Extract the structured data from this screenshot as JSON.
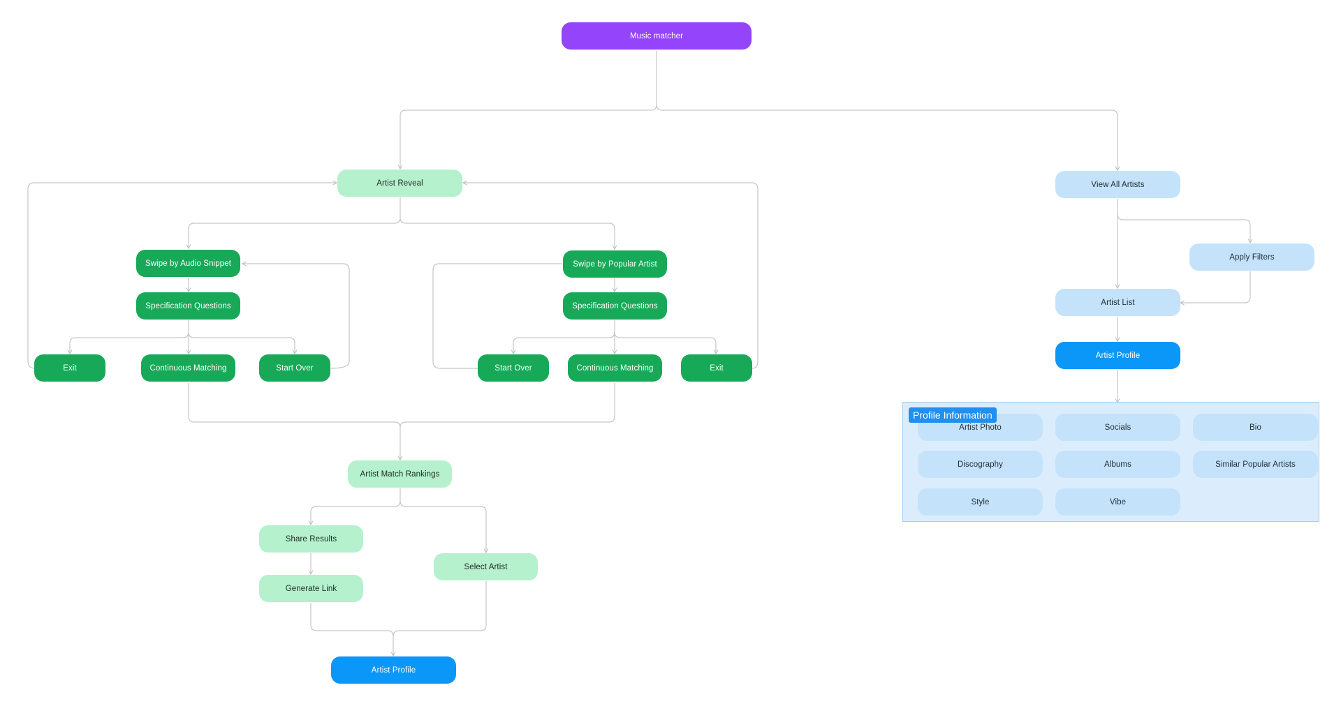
{
  "colors": {
    "root": "#9444fb",
    "light_green": "#b4f1cc",
    "dark_green": "#17a957",
    "light_blue": "#c4e3fb",
    "dark_blue": "#0b97f7",
    "connector": "#c3c3c3"
  },
  "nodes": {
    "root": "Music matcher",
    "artist_reveal": "Artist Reveal",
    "swipe_audio": "Swipe by Audio Snippet",
    "spec_q_left": "Specification Questions",
    "exit_left": "Exit",
    "cont_left": "Continuous Matching",
    "start_over_left": "Start Over",
    "swipe_popular": "Swipe by Popular Artist",
    "spec_q_right": "Specification Questions",
    "start_over_right": "Start Over",
    "cont_right": "Continuous Matching",
    "exit_right": "Exit",
    "rankings": "Artist Match Rankings",
    "share": "Share Results",
    "generate_link": "Generate Link",
    "select_artist": "Select Artist",
    "artist_profile_bottom": "Artist Profile",
    "view_all": "View All Artists",
    "apply_filters": "Apply Filters",
    "artist_list": "Artist List",
    "artist_profile_right": "Artist Profile"
  },
  "profile_information": {
    "title": "Profile Information",
    "items": [
      "Artist Photo",
      "Socials",
      "Bio",
      "Discography",
      "Albums",
      "Similar Popular Artists",
      "Style",
      "Vibe"
    ]
  }
}
